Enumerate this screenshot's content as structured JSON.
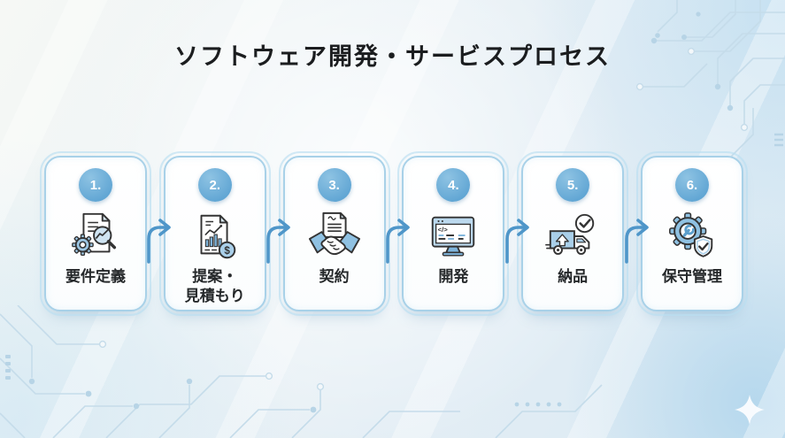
{
  "title": "ソフトウェア開発・サービスプロセス",
  "steps": [
    {
      "number": "1.",
      "label": "要件定義",
      "icon": "requirements-document-magnifier-gear-icon"
    },
    {
      "number": "2.",
      "label": "提案・\n見積もり",
      "icon": "estimate-chart-dollar-document-icon"
    },
    {
      "number": "3.",
      "label": "契約",
      "icon": "contract-handshake-icon"
    },
    {
      "number": "4.",
      "label": "開発",
      "icon": "code-monitor-icon"
    },
    {
      "number": "5.",
      "label": "納品",
      "icon": "delivery-truck-check-icon"
    },
    {
      "number": "6.",
      "label": "保守管理",
      "icon": "maintenance-gear-wrench-shield-icon"
    }
  ],
  "colors": {
    "title_text": "#1b1d1f",
    "card_border": "#a8d1e8",
    "badge_blue": "#6fb0d8",
    "arrow_blue": "#4f96c9",
    "icon_fill_blue": "#a9cfe9",
    "background_tint": "#e3eef5",
    "circuit_line": "#c5dcea"
  },
  "decorations": {
    "background_pattern": "circuit-board-traces",
    "corner_mark": "four-point-star-sparkle"
  }
}
